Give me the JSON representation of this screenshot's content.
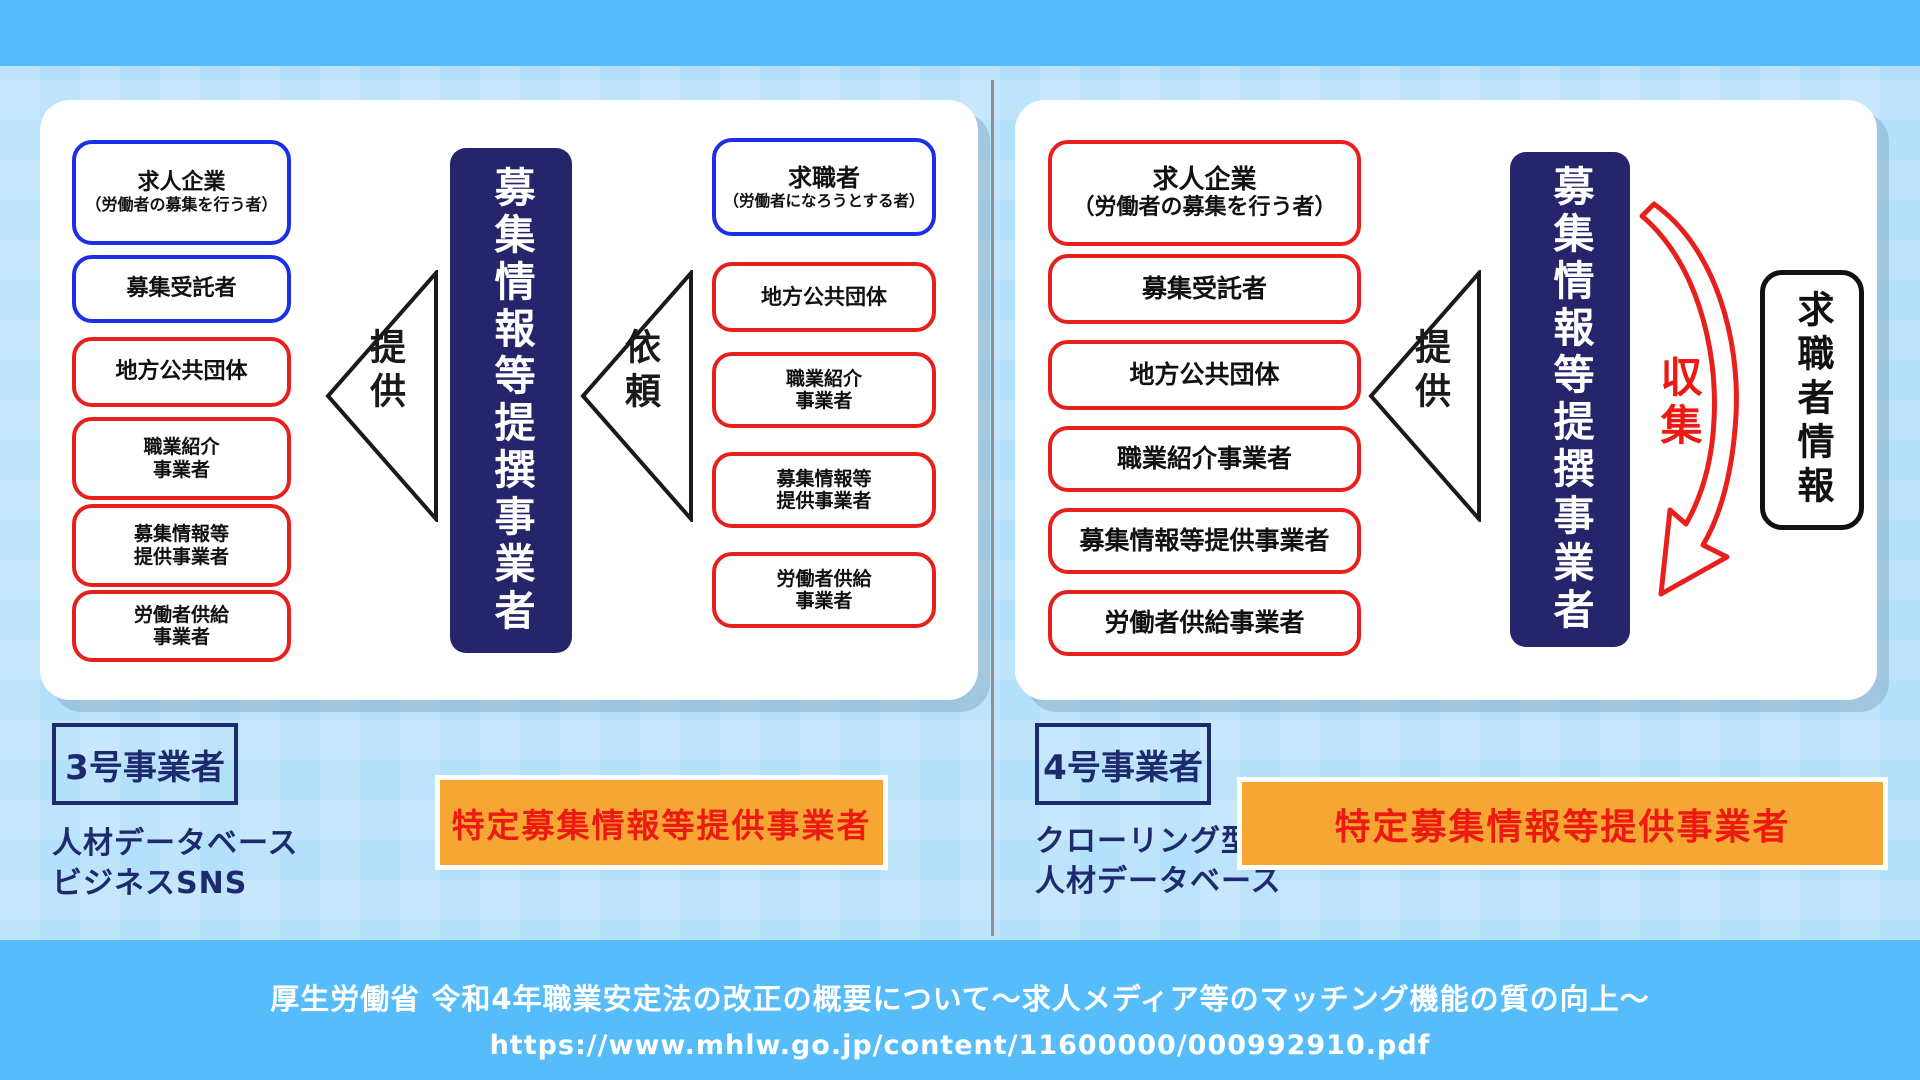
{
  "colors": {
    "band_blue": "#57bdfa",
    "background_blue": "#b3e0fb",
    "navy_box": "#26246a",
    "blue_border": "#1b2fe8",
    "red_border": "#e8201d",
    "red_text": "#ec1a12",
    "orange_highlight": "#f6a733",
    "tag_navy": "#1e2a6e"
  },
  "left_panel": {
    "number_tag": "3号事業者",
    "desc_line1": "人材データベース",
    "desc_line2": "ビジネスSNS",
    "highlight_label": "特定募集情報等提供事業者",
    "center_box_label": "募集情報等提撰事業者",
    "provide_arrow_label": "提供",
    "request_arrow_label": "依頼",
    "left_column": [
      {
        "line1": "求人企業",
        "line2": "（労働者の募集を行う者）"
      },
      {
        "line1": "募集受託者",
        "line2": ""
      },
      {
        "line1": "地方公共団体",
        "line2": ""
      },
      {
        "line1": "職業紹介",
        "line2": "事業者"
      },
      {
        "line1": "募集情報等",
        "line2": "提供事業者"
      },
      {
        "line1": "労働者供給",
        "line2": "事業者"
      }
    ],
    "right_column": [
      {
        "line1": "求職者",
        "line2": "（労働者になろうとする者）"
      },
      {
        "line1": "地方公共団体",
        "line2": ""
      },
      {
        "line1": "職業紹介",
        "line2": "事業者"
      },
      {
        "line1": "募集情報等",
        "line2": "提供事業者"
      },
      {
        "line1": "労働者供給",
        "line2": "事業者"
      }
    ]
  },
  "right_panel": {
    "number_tag": "4号事業者",
    "desc_line1": "クローリング型",
    "desc_line2": "人材データベース",
    "highlight_label": "特定募集情報等提供事業者",
    "center_box_label": "募集情報等提撰事業者",
    "provide_arrow_label": "提供",
    "collect_arrow_label": "収集",
    "jobseeker_info_label": "求職者情報",
    "left_column": [
      {
        "line1": "求人企業",
        "line2": "（労働者の募集を行う者）"
      },
      {
        "line1": "募集受託者",
        "line2": ""
      },
      {
        "line1": "地方公共団体",
        "line2": ""
      },
      {
        "line1": "職業紹介事業者",
        "line2": ""
      },
      {
        "line1": "募集情報等提供事業者",
        "line2": ""
      },
      {
        "line1": "労働者供給事業者",
        "line2": ""
      }
    ]
  },
  "footer": {
    "line1": "厚生労働省 令和4年職業安定法の改正の概要について～求人メディア等のマッチング機能の質の向上～",
    "line2": "https://www.mhlw.go.jp/content/11600000/000992910.pdf"
  }
}
